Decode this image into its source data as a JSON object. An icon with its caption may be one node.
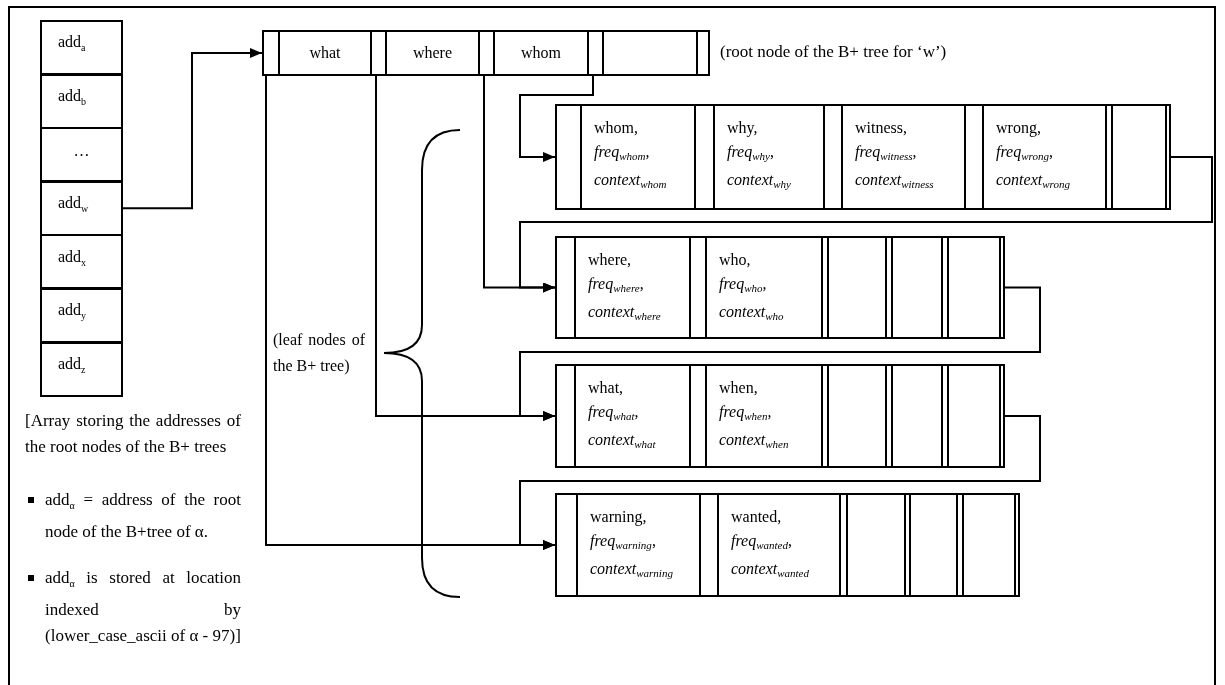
{
  "diagram": {
    "nodes": [
      {
        "text": [
          "add$_{a}$"
        ]
      },
      {
        "text": [
          "add$_{b}$"
        ]
      },
      {
        "text": [
          "…"
        ]
      },
      {
        "text": [
          "add$_{w}$"
        ]
      },
      {
        "text": [
          "add$_{x}$"
        ]
      },
      {
        "text": [
          "add$_{y}$"
        ]
      },
      {
        "text": [
          "add$_{z}$"
        ]
      },
      {
        "text": [],
        "shape": "box",
        "beside": [
          "(root node of the B+ tree for ‘w’)"
        ]
      },
      {
        "text": [
          "what"
        ],
        "in": 7
      },
      {
        "text": [
          "where"
        ],
        "in": 7
      },
      {
        "text": [
          "whom"
        ],
        "in": 7
      },
      {
        "text": [],
        "shape": "box",
        "in": 7
      },
      {
        "text": [],
        "shape": "box"
      },
      {
        "text": [
          "whom, *freq*$_{whom}$, *context*$_{whom}$"
        ],
        "in": 12
      },
      {
        "text": [
          "why, *freq*$_{why}$, *context*$_{why}$"
        ],
        "in": 12
      },
      {
        "text": [
          "witness, *freq*$_{witness}$, *context*$_{witness}$"
        ],
        "in": 12
      },
      {
        "text": [
          "wrong, *freq*$_{wrong}$, *context*$_{wrong}$"
        ],
        "in": 12
      },
      {
        "text": [],
        "shape": "box",
        "in": 12
      },
      {
        "text": [],
        "shape": "box"
      },
      {
        "text": [
          "where, *freq*$_{where}$, *context*$_{where}$"
        ],
        "in": 18
      },
      {
        "text": [
          "who, *freq*$_{who}$, *context*$_{who}$"
        ],
        "in": 18
      },
      {
        "text": [],
        "shape": "box",
        "in": 18
      },
      {
        "text": [],
        "shape": "box",
        "in": 18
      },
      {
        "text": [],
        "shape": "box",
        "in": 18
      },
      {
        "text": [],
        "shape": "box"
      },
      {
        "text": [
          "what, *freq*$_{what}$, *context*$_{what}$"
        ],
        "in": 24
      },
      {
        "text": [
          "when, *freq*$_{when}$, *context*$_{when}$"
        ],
        "in": 24
      },
      {
        "text": [],
        "shape": "box",
        "in": 24
      },
      {
        "text": [],
        "shape": "box",
        "in": 24
      },
      {
        "text": [],
        "shape": "box",
        "in": 24
      },
      {
        "text": [],
        "shape": "box"
      },
      {
        "text": [
          "warning, *freq*$_{warning}$, *context*$_{warning}$"
        ],
        "in": 30
      },
      {
        "text": [
          "wanted, *freq*$_{wanted}$, *context*$_{wanted}$"
        ],
        "in": 30
      },
      {
        "text": [],
        "shape": "box",
        "in": 30
      },
      {
        "text": [],
        "shape": "box",
        "in": 30
      },
      {
        "text": [],
        "shape": "box",
        "in": 30
      }
    ],
    "edges": [
      {
        "from": 3,
        "to": 7,
        "arrow": "to"
      },
      {
        "from": 7,
        "to": 30,
        "arrow": "to"
      },
      {
        "from": 7,
        "to": 24,
        "arrow": "to"
      },
      {
        "from": 7,
        "to": 18,
        "arrow": "to"
      },
      {
        "from": 7,
        "to": 12,
        "arrow": "to"
      },
      {
        "from": 12,
        "to": 18,
        "arrow": "to"
      },
      {
        "from": 18,
        "to": 24,
        "arrow": "to"
      },
      {
        "from": 24,
        "to": 30,
        "arrow": "to"
      }
    ],
    "labels": [
      "[Array storing the addresses of the root nodes of the B+ trees",
      "add$_{α}$ = address of the root node of the B+tree of α.",
      "add$_{α}$ is stored at location indexed by (lower_case_ascii of α - 97)]",
      "(leaf nodes of the B+ tree)"
    ]
  }
}
